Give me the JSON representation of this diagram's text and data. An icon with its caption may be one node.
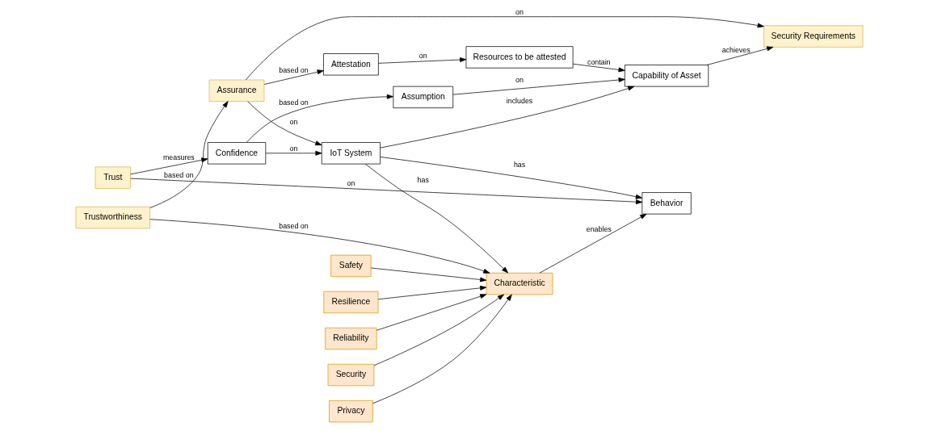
{
  "diagram": {
    "nodes": [
      {
        "text": [
          "Safety"
        ]
      },
      {
        "text": [
          "Security"
        ]
      },
      {
        "text": [
          "Privacy"
        ]
      },
      {
        "text": [
          "Resilience"
        ]
      },
      {
        "text": [
          "Reliability"
        ]
      },
      {
        "text": [
          "Characteristic"
        ]
      },
      {
        "text": [
          "Trustworthiness"
        ]
      },
      {
        "text": [
          "Assurance"
        ]
      },
      {
        "text": [
          "Security Requirements"
        ]
      },
      {
        "text": [
          "Attestation"
        ]
      },
      {
        "text": [
          "IoT System"
        ]
      },
      {
        "text": [
          "Resources to be attested"
        ]
      },
      {
        "text": [
          "Behavior"
        ]
      },
      {
        "text": [
          "Capability of Asset"
        ]
      },
      {
        "text": [
          "Trust"
        ]
      },
      {
        "text": [
          "Confidence"
        ]
      },
      {
        "text": [
          "Assumption"
        ]
      }
    ],
    "edges": [
      {
        "from": 0,
        "to": 5,
        "arrow": "to"
      },
      {
        "from": 1,
        "to": 5,
        "arrow": "to"
      },
      {
        "from": 2,
        "to": 5,
        "arrow": "to"
      },
      {
        "from": 3,
        "to": 5,
        "arrow": "to"
      },
      {
        "from": 4,
        "to": 5,
        "arrow": "to"
      },
      {
        "from": 6,
        "to": 5,
        "arrow": "to",
        "label": "based on"
      },
      {
        "from": 6,
        "to": 7,
        "arrow": "to",
        "label": "based on"
      },
      {
        "from": 7,
        "to": 8,
        "arrow": "to",
        "label": "on"
      },
      {
        "from": 7,
        "to": 9,
        "arrow": "to",
        "label": "based on"
      },
      {
        "from": 7,
        "to": 10,
        "arrow": "to",
        "label": "on"
      },
      {
        "from": 9,
        "to": 11,
        "arrow": "to",
        "label": "on"
      },
      {
        "from": 10,
        "to": 5,
        "arrow": "to",
        "label": "has"
      },
      {
        "from": 5,
        "to": 12,
        "arrow": "to",
        "label": "enables"
      },
      {
        "from": 10,
        "to": 12,
        "arrow": "to",
        "label": "has"
      },
      {
        "from": 10,
        "to": 13,
        "arrow": "to",
        "label": "includes"
      },
      {
        "from": 11,
        "to": 13,
        "arrow": "to",
        "label": "contain"
      },
      {
        "from": 13,
        "to": 8,
        "arrow": "to",
        "label": "achieves"
      },
      {
        "from": 14,
        "to": 12,
        "arrow": "to",
        "label": "on"
      },
      {
        "from": 14,
        "to": 15,
        "arrow": "to",
        "label": "measures"
      },
      {
        "from": 15,
        "to": 10,
        "arrow": "to",
        "label": "on"
      },
      {
        "from": 15,
        "to": 16,
        "arrow": "to",
        "label": "based on"
      },
      {
        "from": 16,
        "to": 13,
        "arrow": "to",
        "label": "on"
      }
    ]
  }
}
